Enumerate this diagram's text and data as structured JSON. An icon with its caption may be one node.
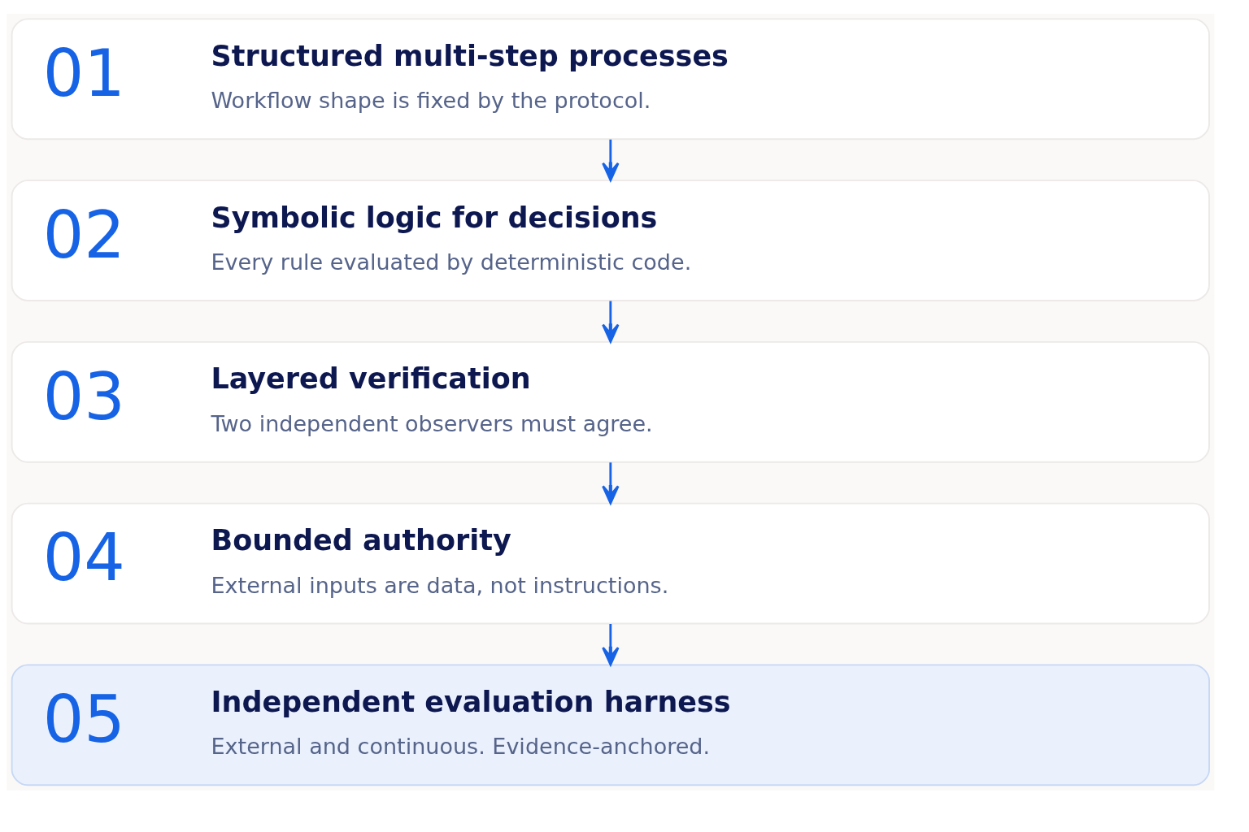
{
  "diagram": {
    "nodes": [
      {
        "text": [
          "01",
          "Structured multi-step processes",
          "Workflow shape is fixed by the protocol."
        ]
      },
      {
        "text": [
          "02",
          "Symbolic logic for decisions",
          "Every rule evaluated by deterministic code."
        ]
      },
      {
        "text": [
          "03",
          "Layered verification",
          "Two independent observers must agree."
        ]
      },
      {
        "text": [
          "04",
          "Bounded authority",
          "External inputs are data, not instructions."
        ]
      },
      {
        "text": [
          "05",
          "Independent evaluation harness",
          "External and continuous. Evidence-anchored."
        ]
      }
    ],
    "edges": [
      {
        "from": 0,
        "to": 1,
        "arrow": "to"
      },
      {
        "from": 1,
        "to": 2,
        "arrow": "to"
      },
      {
        "from": 2,
        "to": 3,
        "arrow": "to"
      },
      {
        "from": 3,
        "to": 4,
        "arrow": "to"
      }
    ]
  }
}
